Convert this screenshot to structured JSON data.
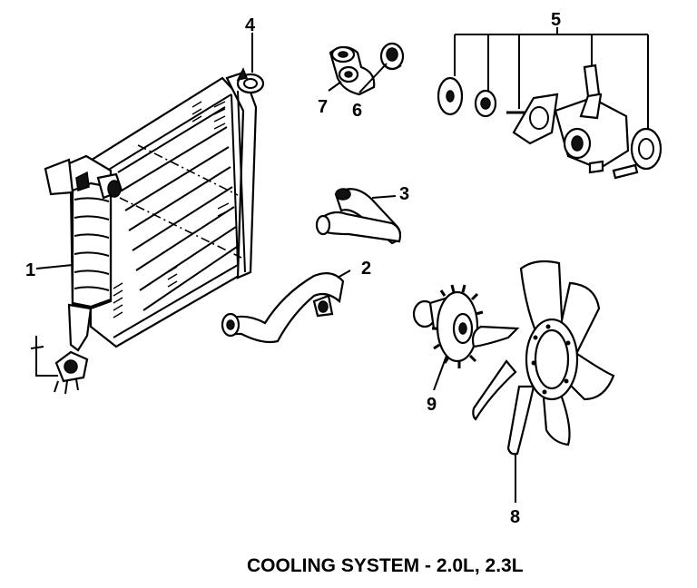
{
  "caption": "COOLING SYSTEM - 2.0L, 2.3L",
  "callouts": {
    "radiator": "1",
    "lower_hose": "2",
    "upper_hose": "3",
    "radiator_cap": "4",
    "water_pump": "5",
    "thermostat": "6",
    "thermostat_housing": "7",
    "fan_blade": "8",
    "fan_clutch": "9"
  }
}
